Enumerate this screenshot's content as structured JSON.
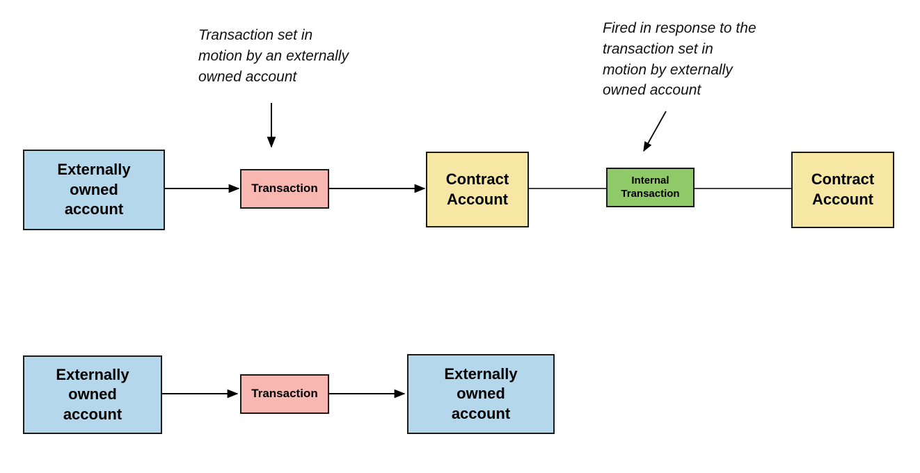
{
  "colors": {
    "externally_owned_fill": "#b5d7ec",
    "transaction_fill": "#f9b7b1",
    "contract_fill": "#f6e8a4",
    "internal_transaction_fill": "#90c968",
    "box_border": "#1a1a1a",
    "arrow": "#000000",
    "text": "#000000",
    "background": "#ffffff"
  },
  "annotations": {
    "transaction_note": "Transaction set in\nmotion by an externally\nowned account",
    "internal_transaction_note": "Fired in response to the\ntransaction set in\nmotion by externally\nowned account"
  },
  "top_flow": {
    "externally_owned_account": "Externally\nowned\naccount",
    "transaction": "Transaction",
    "contract_account_1": "Contract\nAccount",
    "internal_transaction": "Internal\nTransaction",
    "contract_account_2": "Contract\nAccount"
  },
  "bottom_flow": {
    "externally_owned_account_left": "Externally\nowned\naccount",
    "transaction": "Transaction",
    "externally_owned_account_right": "Externally\nowned\naccount"
  }
}
